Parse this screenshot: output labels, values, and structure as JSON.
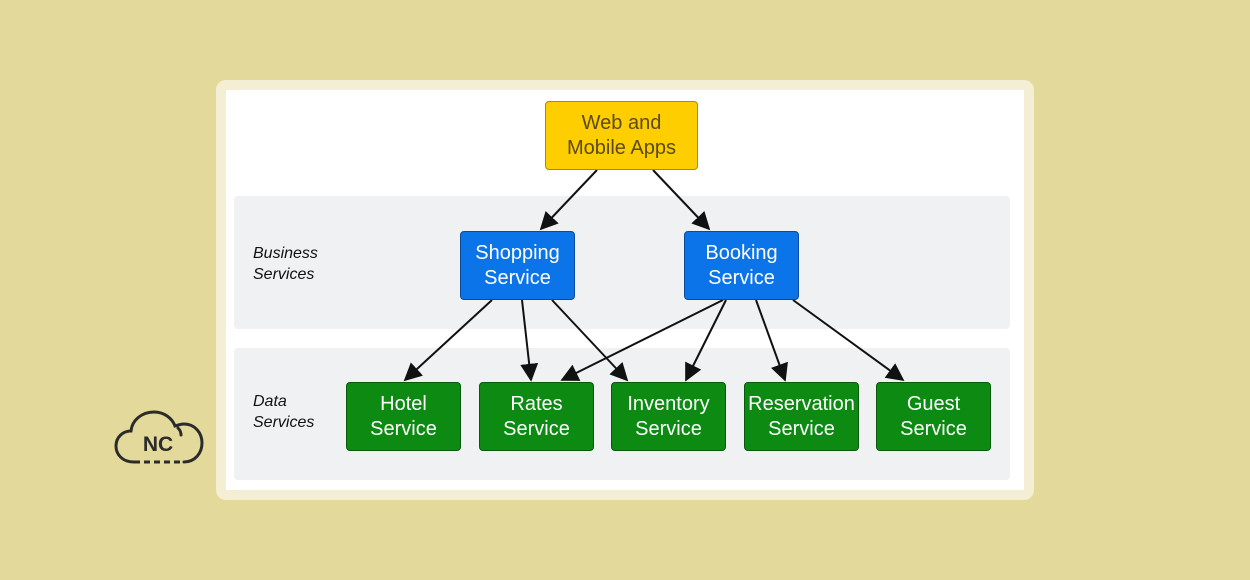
{
  "lanes": {
    "business": [
      "Business",
      "Services"
    ],
    "data": [
      "Data",
      "Services"
    ]
  },
  "nodes": {
    "apps": [
      "Web and",
      "Mobile Apps"
    ],
    "shopping": [
      "Shopping",
      "Service"
    ],
    "booking": [
      "Booking",
      "Service"
    ],
    "hotel": [
      "Hotel",
      "Service"
    ],
    "rates": [
      "Rates",
      "Service"
    ],
    "inventory": [
      "Inventory",
      "Service"
    ],
    "reservation": [
      "Reservation",
      "Service"
    ],
    "guest": [
      "Guest",
      "Service"
    ]
  },
  "logo": {
    "text": "NC"
  },
  "colors": {
    "background": "#e3d99b",
    "apps_fill": "#ffce00",
    "business_fill": "#0b74e8",
    "data_fill": "#0c8a12",
    "lane_fill": "#f0f1f3"
  }
}
